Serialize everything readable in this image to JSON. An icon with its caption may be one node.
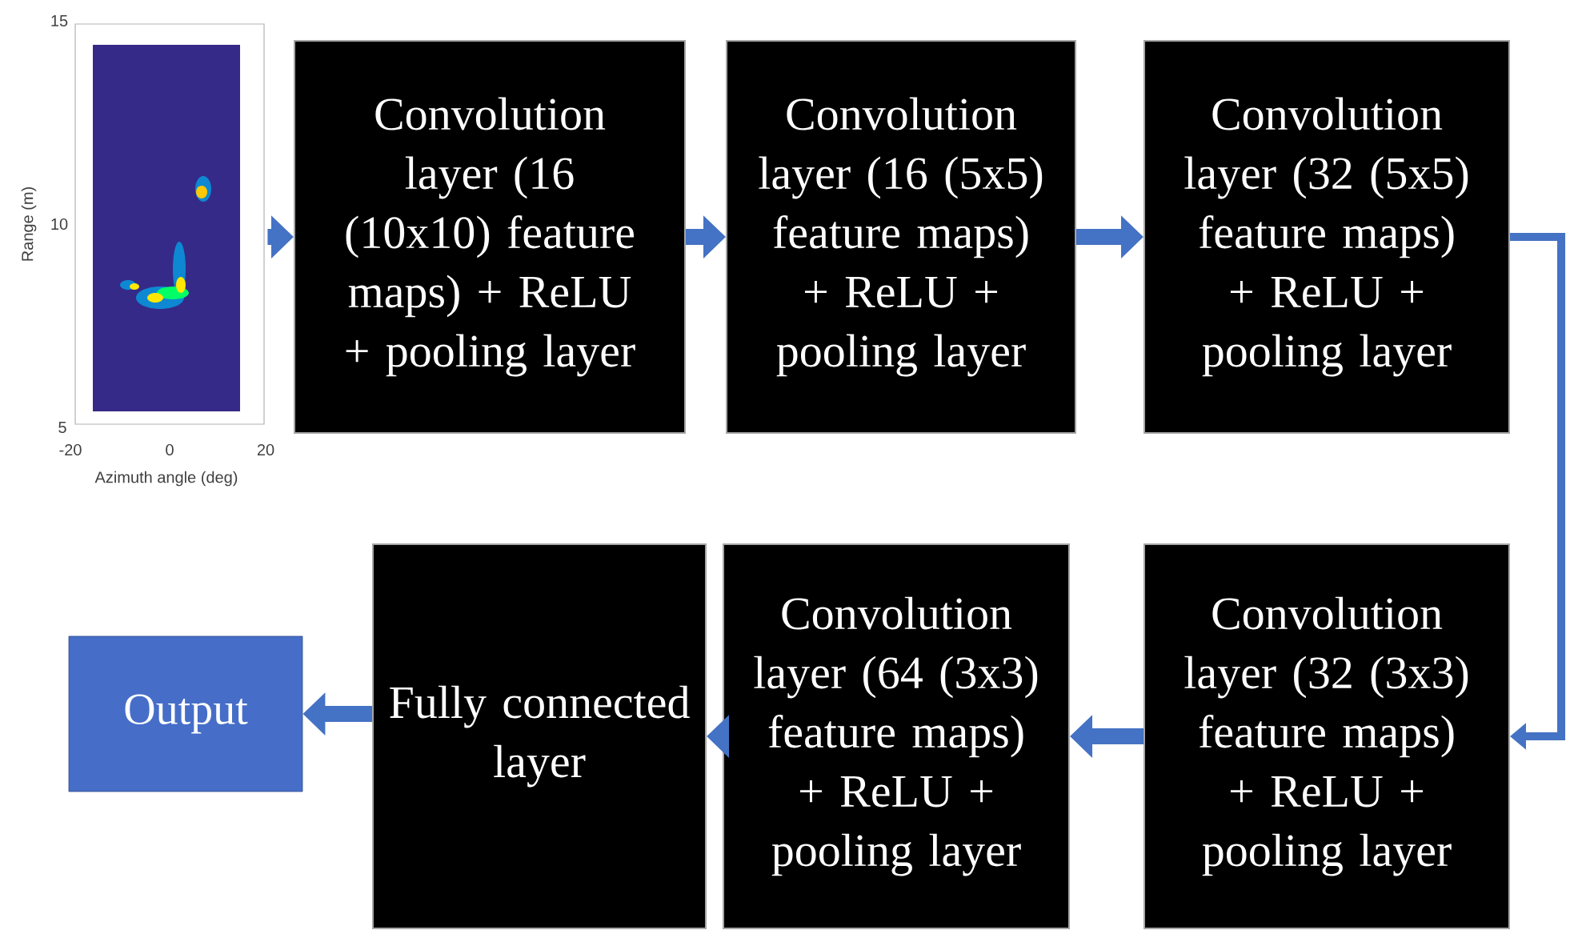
{
  "diagram": {
    "nodes": [
      {
        "text": [],
        "shape": "picture"
      },
      {
        "text": [
          "Convolution layer (16 (10x10) feature maps) + ReLU + pooling layer"
        ]
      },
      {
        "text": [
          "Convolution layer (16 (5x5) feature maps) + ReLU + pooling layer"
        ]
      },
      {
        "text": [
          "Convolution layer (32 (5x5) feature maps) + ReLU + pooling layer"
        ]
      },
      {
        "text": [
          "Output"
        ]
      },
      {
        "text": [
          "Fully connected layer"
        ]
      },
      {
        "text": [
          "Convolution layer (64 (3x3) feature maps) + ReLU + pooling layer"
        ]
      },
      {
        "text": [
          "Convolution layer (32 (3x3) feature maps) + ReLU + pooling layer"
        ]
      }
    ],
    "edges": [
      {
        "from": 0,
        "to": 1,
        "arrow": "to"
      },
      {
        "from": 1,
        "to": 2,
        "arrow": "to"
      },
      {
        "from": 2,
        "to": 3,
        "arrow": "to"
      },
      {
        "from": 3,
        "to": 7,
        "arrow": "to"
      },
      {
        "from": 7,
        "to": 6,
        "arrow": "to"
      },
      {
        "from": 6,
        "to": 5,
        "arrow": "to"
      },
      {
        "from": 5,
        "to": 4,
        "arrow": "to"
      }
    ],
    "labels": [
      "15",
      "10",
      "5",
      "-20",
      "0",
      "20",
      "Range (m)",
      "Azimuth angle (deg)"
    ]
  }
}
